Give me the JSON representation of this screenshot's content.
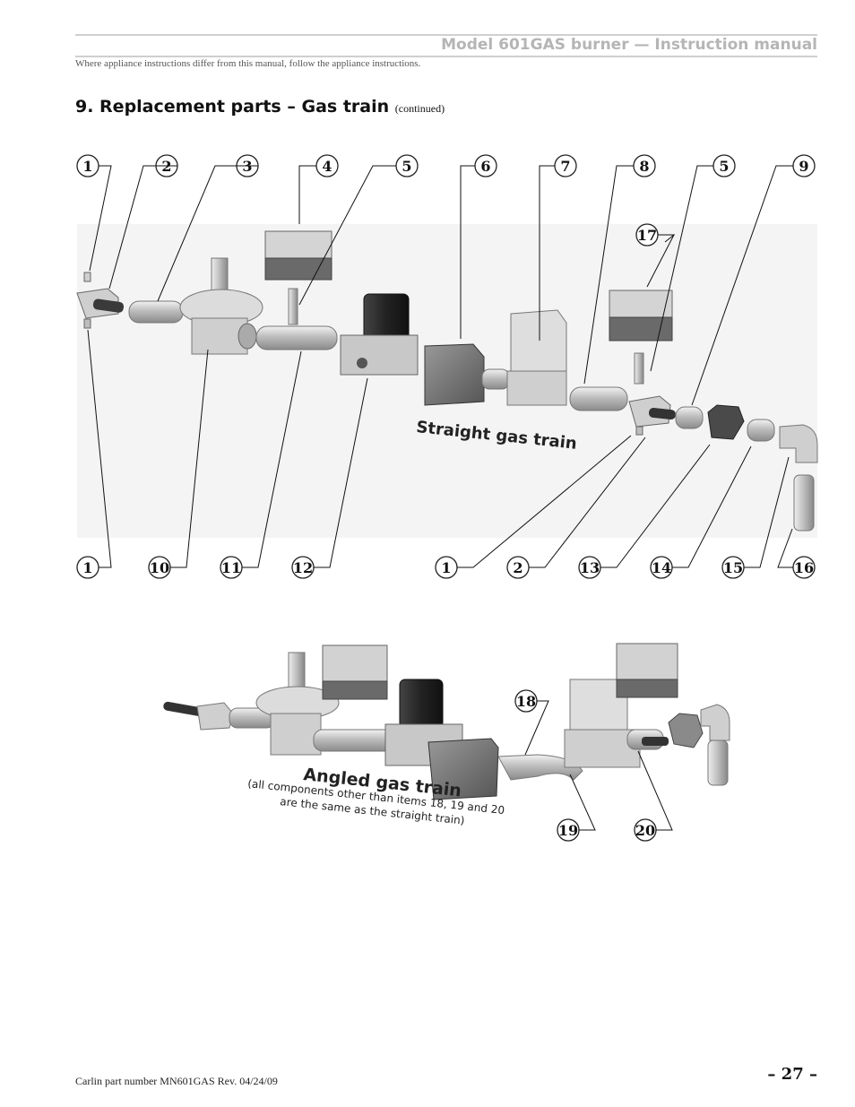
{
  "header": {
    "manual_title": "Model 601GAS burner — Instruction manual",
    "note": "Where appliance instructions differ from this manual, follow the appliance instructions."
  },
  "section": {
    "number_title": "9.  Replacement parts – Gas train",
    "continued": "(continued)"
  },
  "straight": {
    "label": "Straight gas train",
    "callouts_top": [
      "1",
      "2",
      "3",
      "4",
      "5",
      "6",
      "7",
      "8",
      "5",
      "9"
    ],
    "callouts_bottom": [
      "1",
      "10",
      "11",
      "12",
      "1",
      "2",
      "13",
      "14",
      "15",
      "16"
    ],
    "callout_17": "17"
  },
  "angled": {
    "label": "Angled gas train",
    "note_line1": "(all components other than items 18, 19 and 20",
    "note_line2": "are the same as the straight train)",
    "callouts": [
      "18",
      "19",
      "20"
    ]
  },
  "footer": {
    "part_number": "Carlin part number MN601GAS Rev. 04/24/09",
    "page": "– 27 –"
  },
  "colors": {
    "header_gray": "#b5b5b5",
    "rule_gray": "#cfcfcf",
    "metal_light": "#d6d6d6",
    "metal_dark": "#555555"
  }
}
